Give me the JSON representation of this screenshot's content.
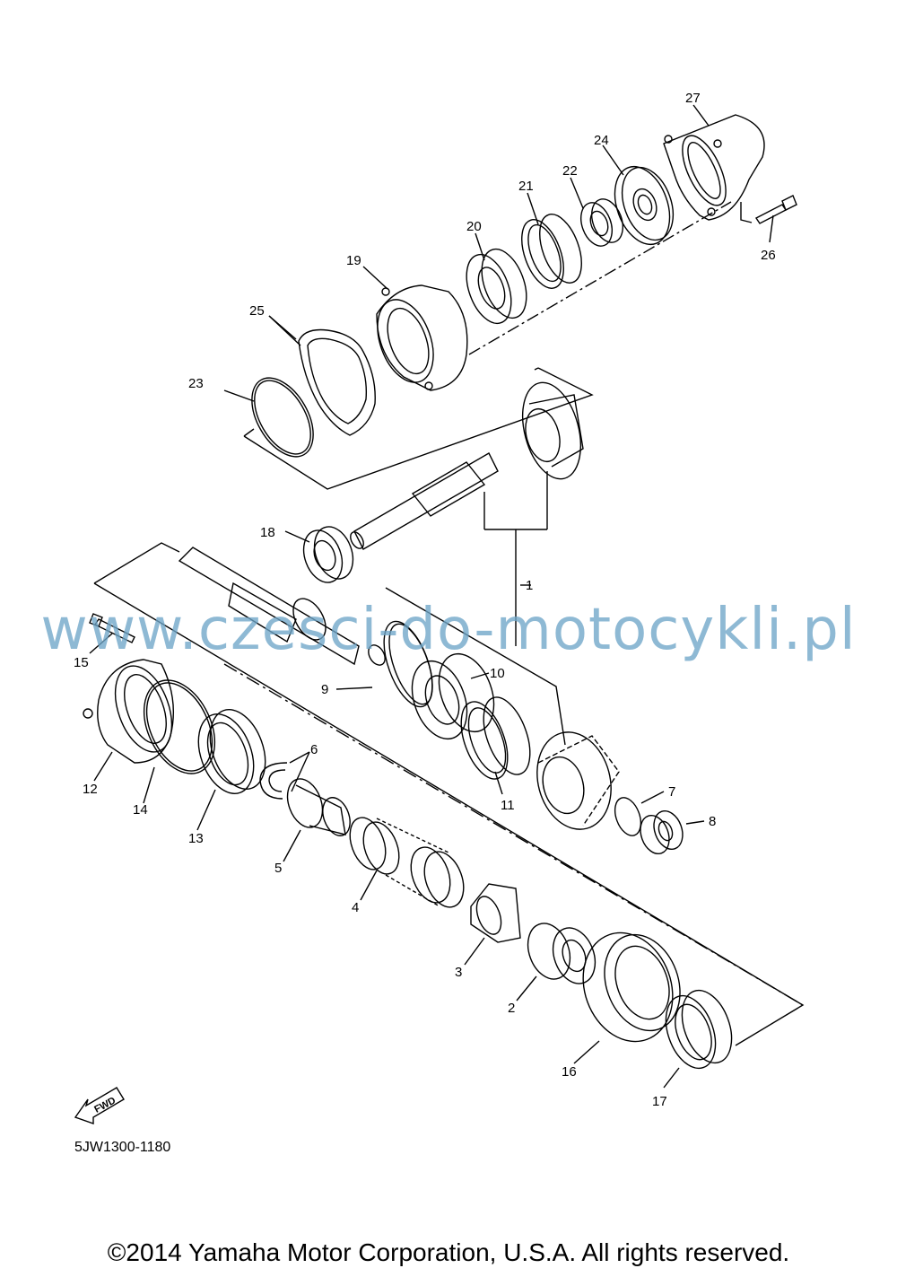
{
  "watermark": "www.czesci-do-motocykli.pl",
  "diagram_code": "5JW1300-1180",
  "fwd_label": "FWD",
  "copyright": "©2014 Yamaha Motor Corporation, U.S.A. All rights reserved.",
  "callouts": [
    "1",
    "2",
    "3",
    "4",
    "5",
    "6",
    "7",
    "8",
    "9",
    "10",
    "11",
    "12",
    "13",
    "14",
    "15",
    "16",
    "17",
    "18",
    "19",
    "20",
    "21",
    "22",
    "23",
    "24",
    "25",
    "26",
    "27"
  ]
}
